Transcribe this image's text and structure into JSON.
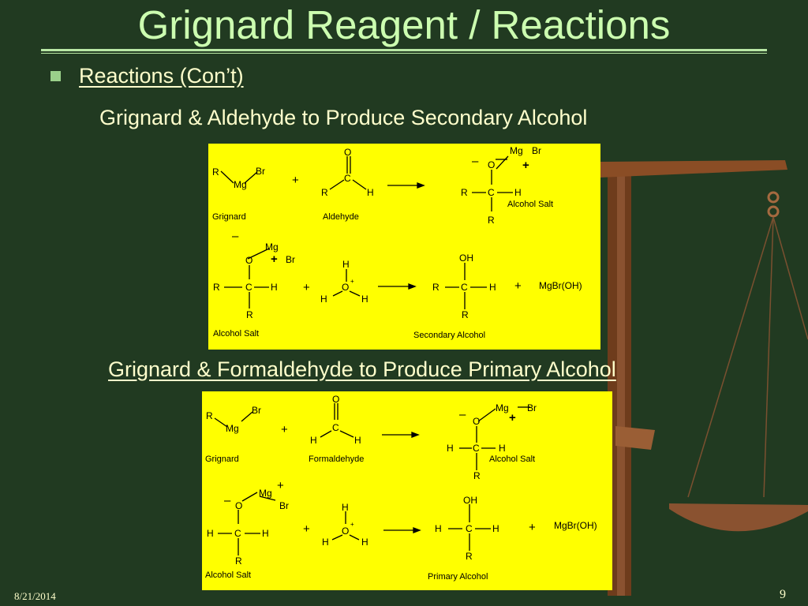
{
  "slide": {
    "title": "Grignard Reagent / Reactions",
    "bullet": "Reactions (Con’t)",
    "subheading1": "Grignard & Aldehyde to Produce Secondary Alcohol",
    "subheading2": "Grignard & Formaldehyde to Produce Primary Alcohol",
    "date": "8/21/2014",
    "page_number": "9"
  },
  "colors": {
    "background": "#213a21",
    "title": "#ccffb0",
    "text": "#ffffcc",
    "panel": "#ffff00"
  },
  "panel1": {
    "grignard_label": "Grignard",
    "aldehyde_label": "Aldehyde",
    "alcohol_salt_label": "Alcohol Salt",
    "alcohol_salt_label_2": "Alcohol Salt",
    "product_label": "Secondary Alcohol",
    "byproduct": "MgBr(OH)",
    "r": "R",
    "mg": "Mg",
    "br": "Br",
    "o": "O",
    "c": "C",
    "h": "H",
    "oh": "OH",
    "plus": "+",
    "minus": "–"
  },
  "panel2": {
    "grignard_label": "Grignard",
    "aldehyde_label": "Formaldehyde",
    "alcohol_salt_label": "Alcohol Salt",
    "alcohol_salt_label_2": "Alcohol Salt",
    "product_label": "Primary Alcohol",
    "byproduct": "MgBr(OH)",
    "r": "R",
    "mg": "Mg",
    "br": "Br",
    "o": "O",
    "c": "C",
    "h": "H",
    "oh": "OH",
    "plus": "+",
    "minus": "–"
  }
}
